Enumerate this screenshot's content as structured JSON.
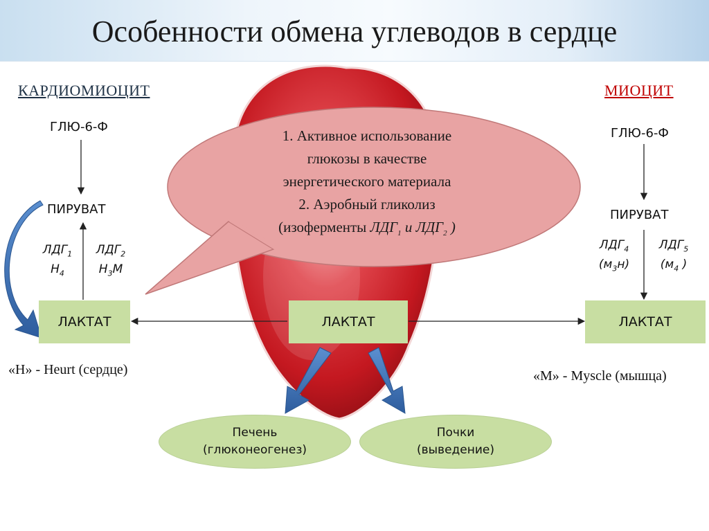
{
  "title": "Особенности обмена углеводов в сердце",
  "left_column": {
    "heading": "КАРДИОМИОЦИТ",
    "glu": "ГЛЮ-6-Ф",
    "pyruvate": "ПИРУВАТ",
    "ldh1": {
      "name": "ЛДГ",
      "sub": "1",
      "formula": "Н",
      "formula_sub": "4"
    },
    "ldh2": {
      "name": "ЛДГ",
      "sub": "2",
      "formula": "Н",
      "formula_sub": "3",
      "formula_tail": "М"
    },
    "lactate": "ЛАКТАТ",
    "note": "«Н» - Heurt (сердце)"
  },
  "right_column": {
    "heading": "МИОЦИТ",
    "glu": "ГЛЮ-6-Ф",
    "pyruvate": "ПИРУВАТ",
    "ldh4": {
      "name": "ЛДГ",
      "sub": "4",
      "formula_open": "(м",
      "formula_sub": "3",
      "formula_tail": "н)"
    },
    "ldh5": {
      "name": "ЛДГ",
      "sub": "5",
      "formula_open": "(м",
      "formula_sub": "4",
      "formula_tail": " )"
    },
    "lactate": "ЛАКТАТ",
    "note": "«М» - Myscle (мышца)"
  },
  "center": {
    "lactate": "ЛАКТАТ",
    "bubble": {
      "line1": "1. Активное использование",
      "line2": "глюкозы в качестве",
      "line3": "энергетического материала",
      "line4": "2. Аэробный гликолиз",
      "line5_start": "(изоферменты ",
      "line5_ldh1": "ЛДГ",
      "line5_sub1": "1",
      "line5_and": " и ",
      "line5_ldh2": "ЛДГ",
      "line5_sub2": "2",
      "line5_end": " )"
    },
    "liver": {
      "line1": "Печень",
      "line2": "(глюконеогенез)"
    },
    "kidney": {
      "line1": "Почки",
      "line2": "(выведение)"
    }
  },
  "colors": {
    "box_fill": "#c8dea2",
    "bubble_fill": "#e8a3a3",
    "heart_red": "#d8222a",
    "arrow_blue": "#3f74b8",
    "heading_red": "#c00000",
    "heading_dark": "#1f3246"
  }
}
